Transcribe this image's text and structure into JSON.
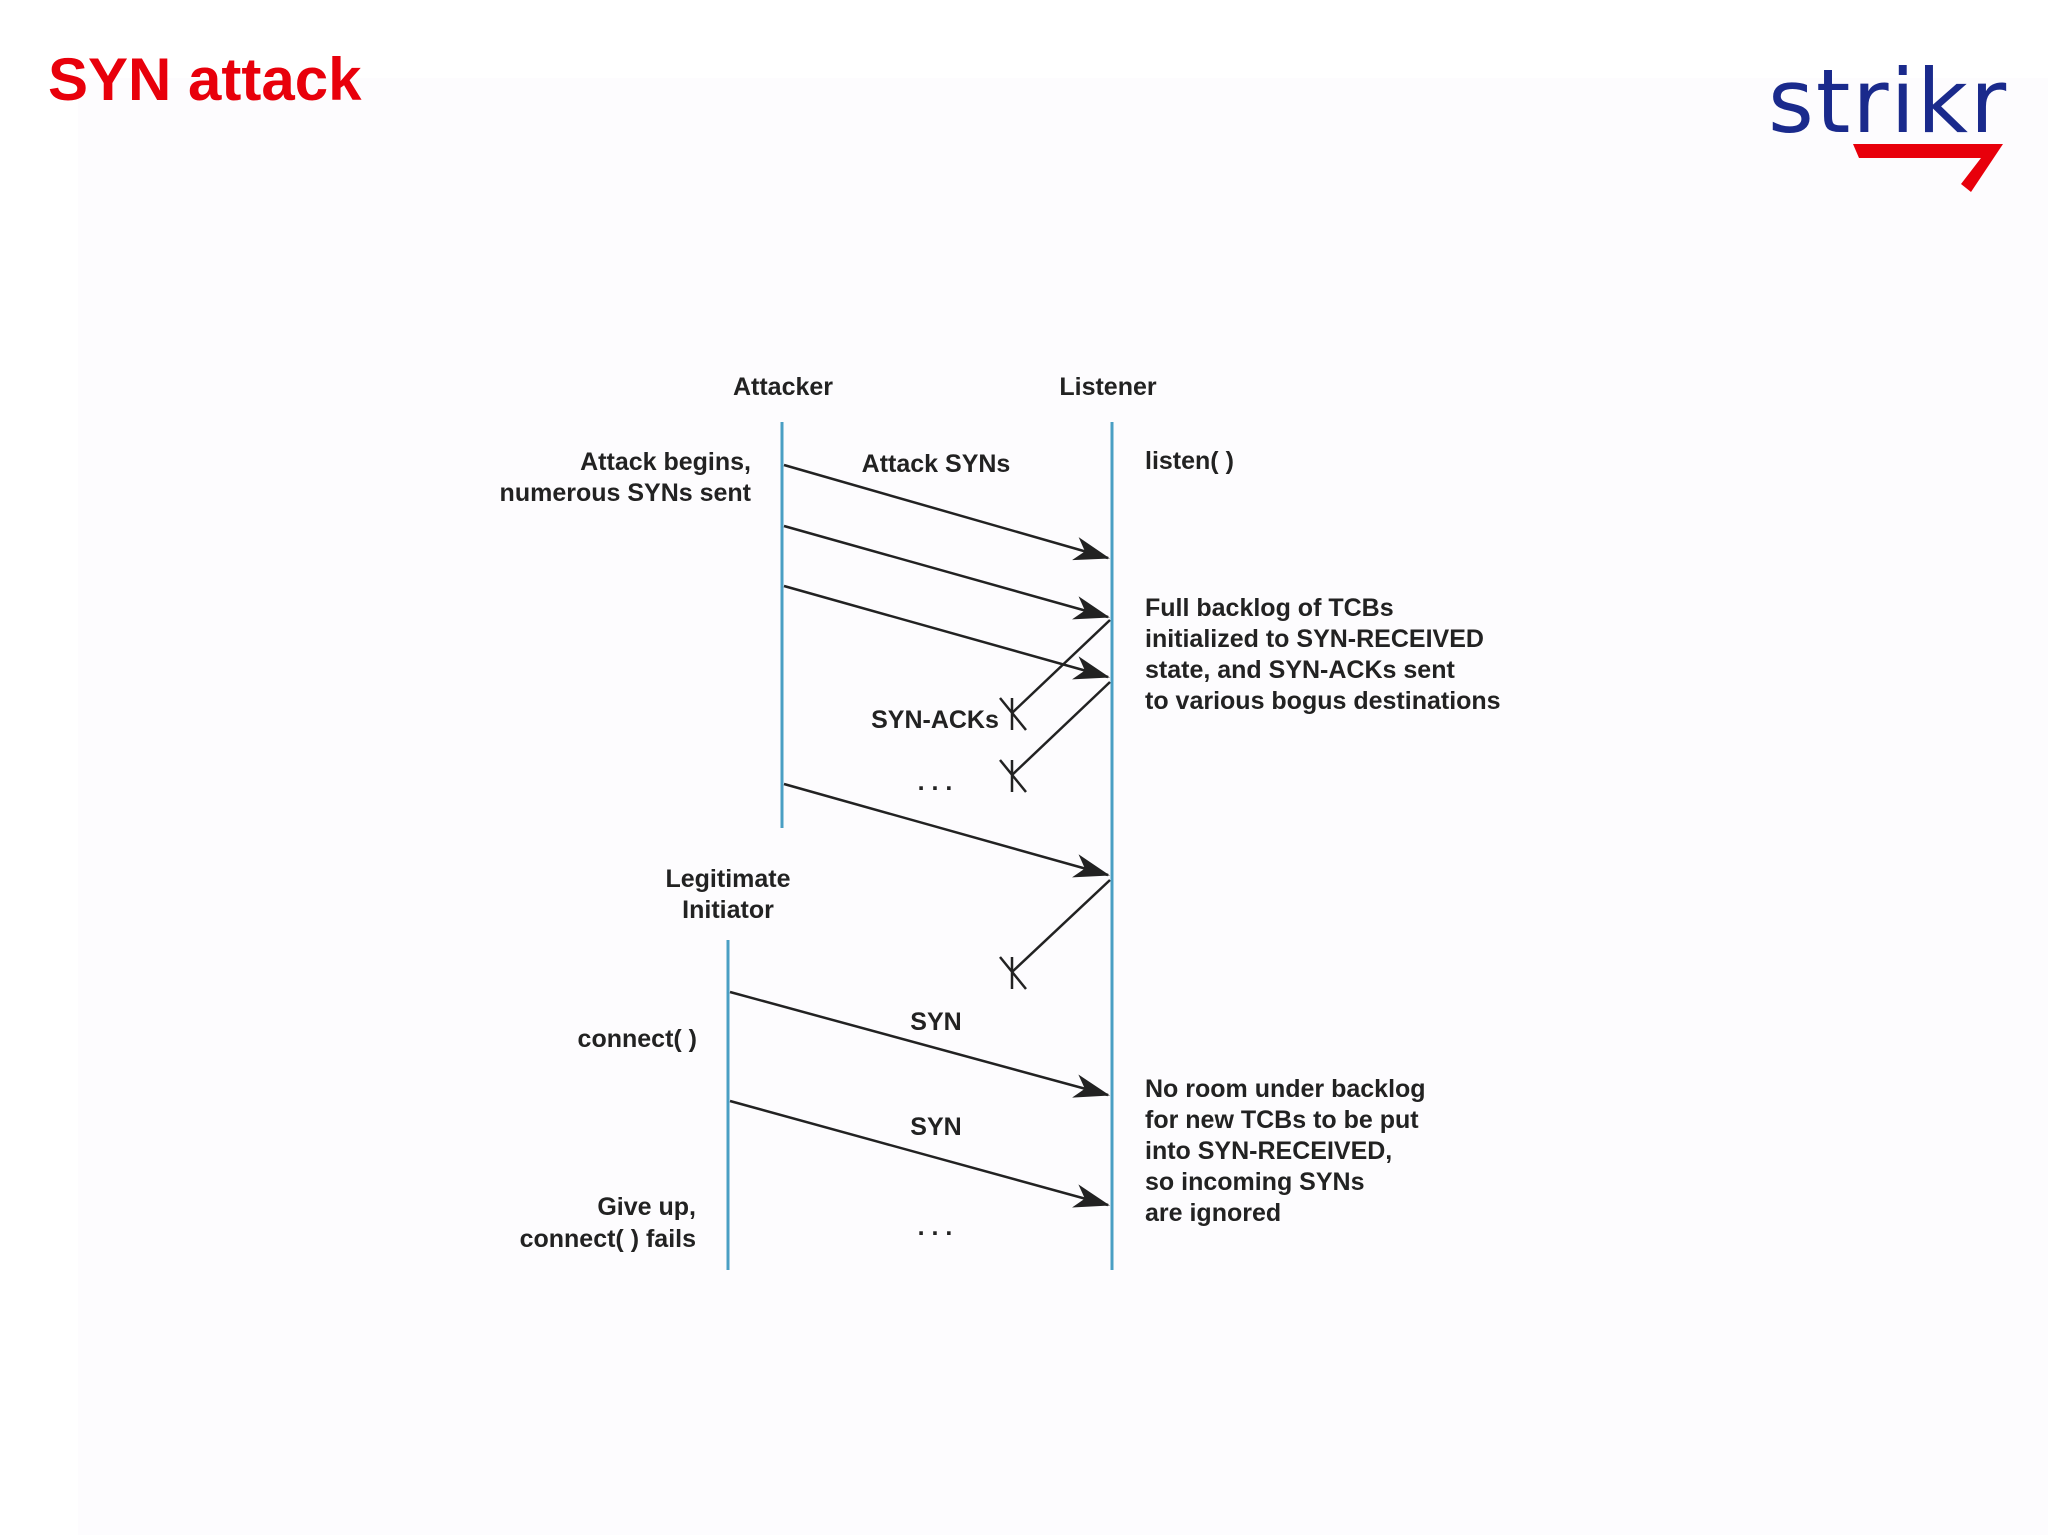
{
  "slide": {
    "title": "SYN attack",
    "title_color": "#e8000b",
    "logo": {
      "text": "strikr",
      "text_color": "#1a2a8c",
      "swoosh_color": "#e8000b"
    }
  },
  "diagram": {
    "lifeline_color": "#4a9fc4",
    "participants": {
      "attacker": "Attacker",
      "listener": "Listener",
      "initiator_line1": "Legitimate",
      "initiator_line2": "Initiator"
    },
    "notes": {
      "attack_begins_line1": "Attack begins,",
      "attack_begins_line2": "numerous SYNs sent",
      "listen": "listen( )",
      "connect": "connect( )",
      "give_up_line1": "Give up,",
      "give_up_line2": "connect( ) fails",
      "backlog_full": [
        "Full backlog of TCBs",
        "initialized to SYN-RECEIVED",
        "state, and SYN-ACKs sent",
        "to various bogus destinations"
      ],
      "no_room": [
        "No room under backlog",
        "for new TCBs to be put",
        "into SYN-RECEIVED,",
        "so incoming SYNs",
        "are ignored"
      ]
    },
    "messages": {
      "attack_syns": "Attack SYNs",
      "syn_acks": "SYN-ACKs",
      "syn_1": "SYN",
      "syn_2": "SYN",
      "ellipsis_1": ". . .",
      "ellipsis_2": ". . ."
    }
  }
}
